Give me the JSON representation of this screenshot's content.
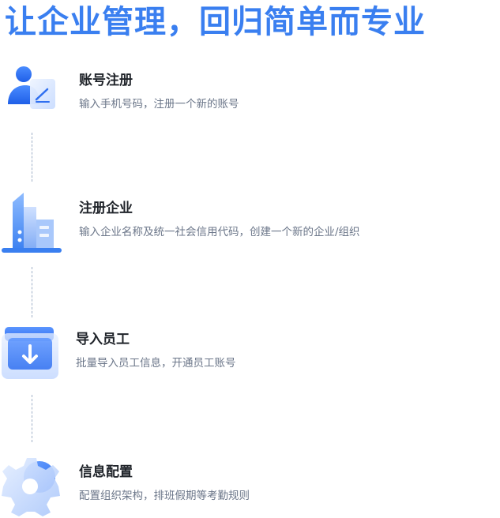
{
  "headline": "让企业管理，回归简单而专业",
  "colors": {
    "accent": "#3a7ff0",
    "title_text": "#1f2329",
    "desc_text": "#6b7689",
    "connector": "#9fb0c8"
  },
  "steps": [
    {
      "icon": "user-register-icon",
      "title": "账号注册",
      "desc": "输入手机号码，注册一个新的账号"
    },
    {
      "icon": "enterprise-building-icon",
      "title": "注册企业",
      "desc": "输入企业名称及统一社会信用代码，创建一个新的企业/组织"
    },
    {
      "icon": "import-download-icon",
      "title": "导入员工",
      "desc": "批量导入员工信息，开通员工账号"
    },
    {
      "icon": "settings-gear-icon",
      "title": "信息配置",
      "desc": "配置组织架构，排班假期等考勤规则"
    }
  ]
}
